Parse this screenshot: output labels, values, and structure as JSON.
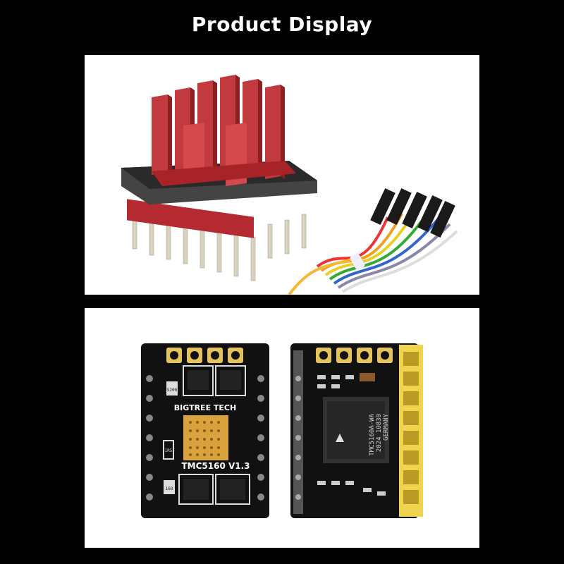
{
  "header": {
    "title": "Product Display"
  },
  "board_front": {
    "brand": "BIGTREE TECH",
    "model": "TMC5160  V1.3",
    "part_r1": "S200",
    "part_r2": "1R5",
    "part_r3": "103"
  },
  "board_back": {
    "chip_line1": "TMC5160A-WA",
    "chip_line2": "2024  10830",
    "chip_line3": "GERMANY"
  },
  "colors": {
    "background": "#000000",
    "heatsink": "#b8262b",
    "pcb": "#111111",
    "header_pins": "#e8c94a"
  }
}
